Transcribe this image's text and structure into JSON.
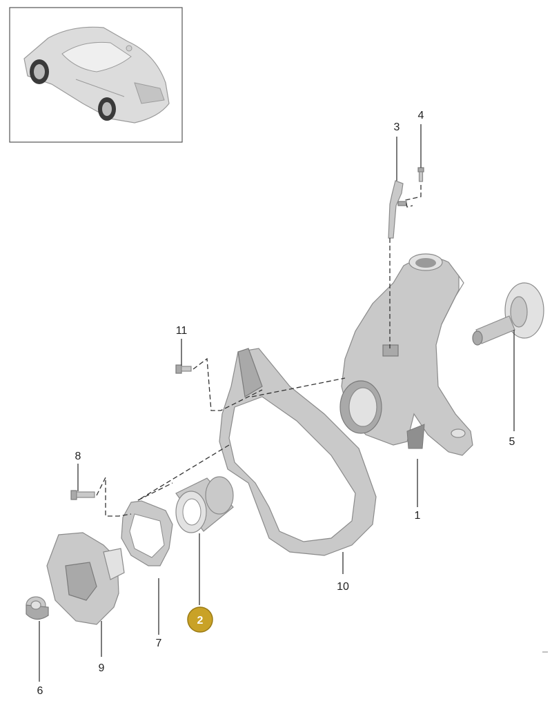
{
  "diagram": {
    "labels": [
      "1",
      "2",
      "3",
      "4",
      "5",
      "6",
      "7",
      "8",
      "9",
      "10",
      "11"
    ],
    "highlighted_callout": "2",
    "colors": {
      "callout_fill": "#c9a227",
      "callout_stroke": "#9a7a14",
      "part_fill": "#c9c9c9",
      "line": "#333333"
    }
  }
}
